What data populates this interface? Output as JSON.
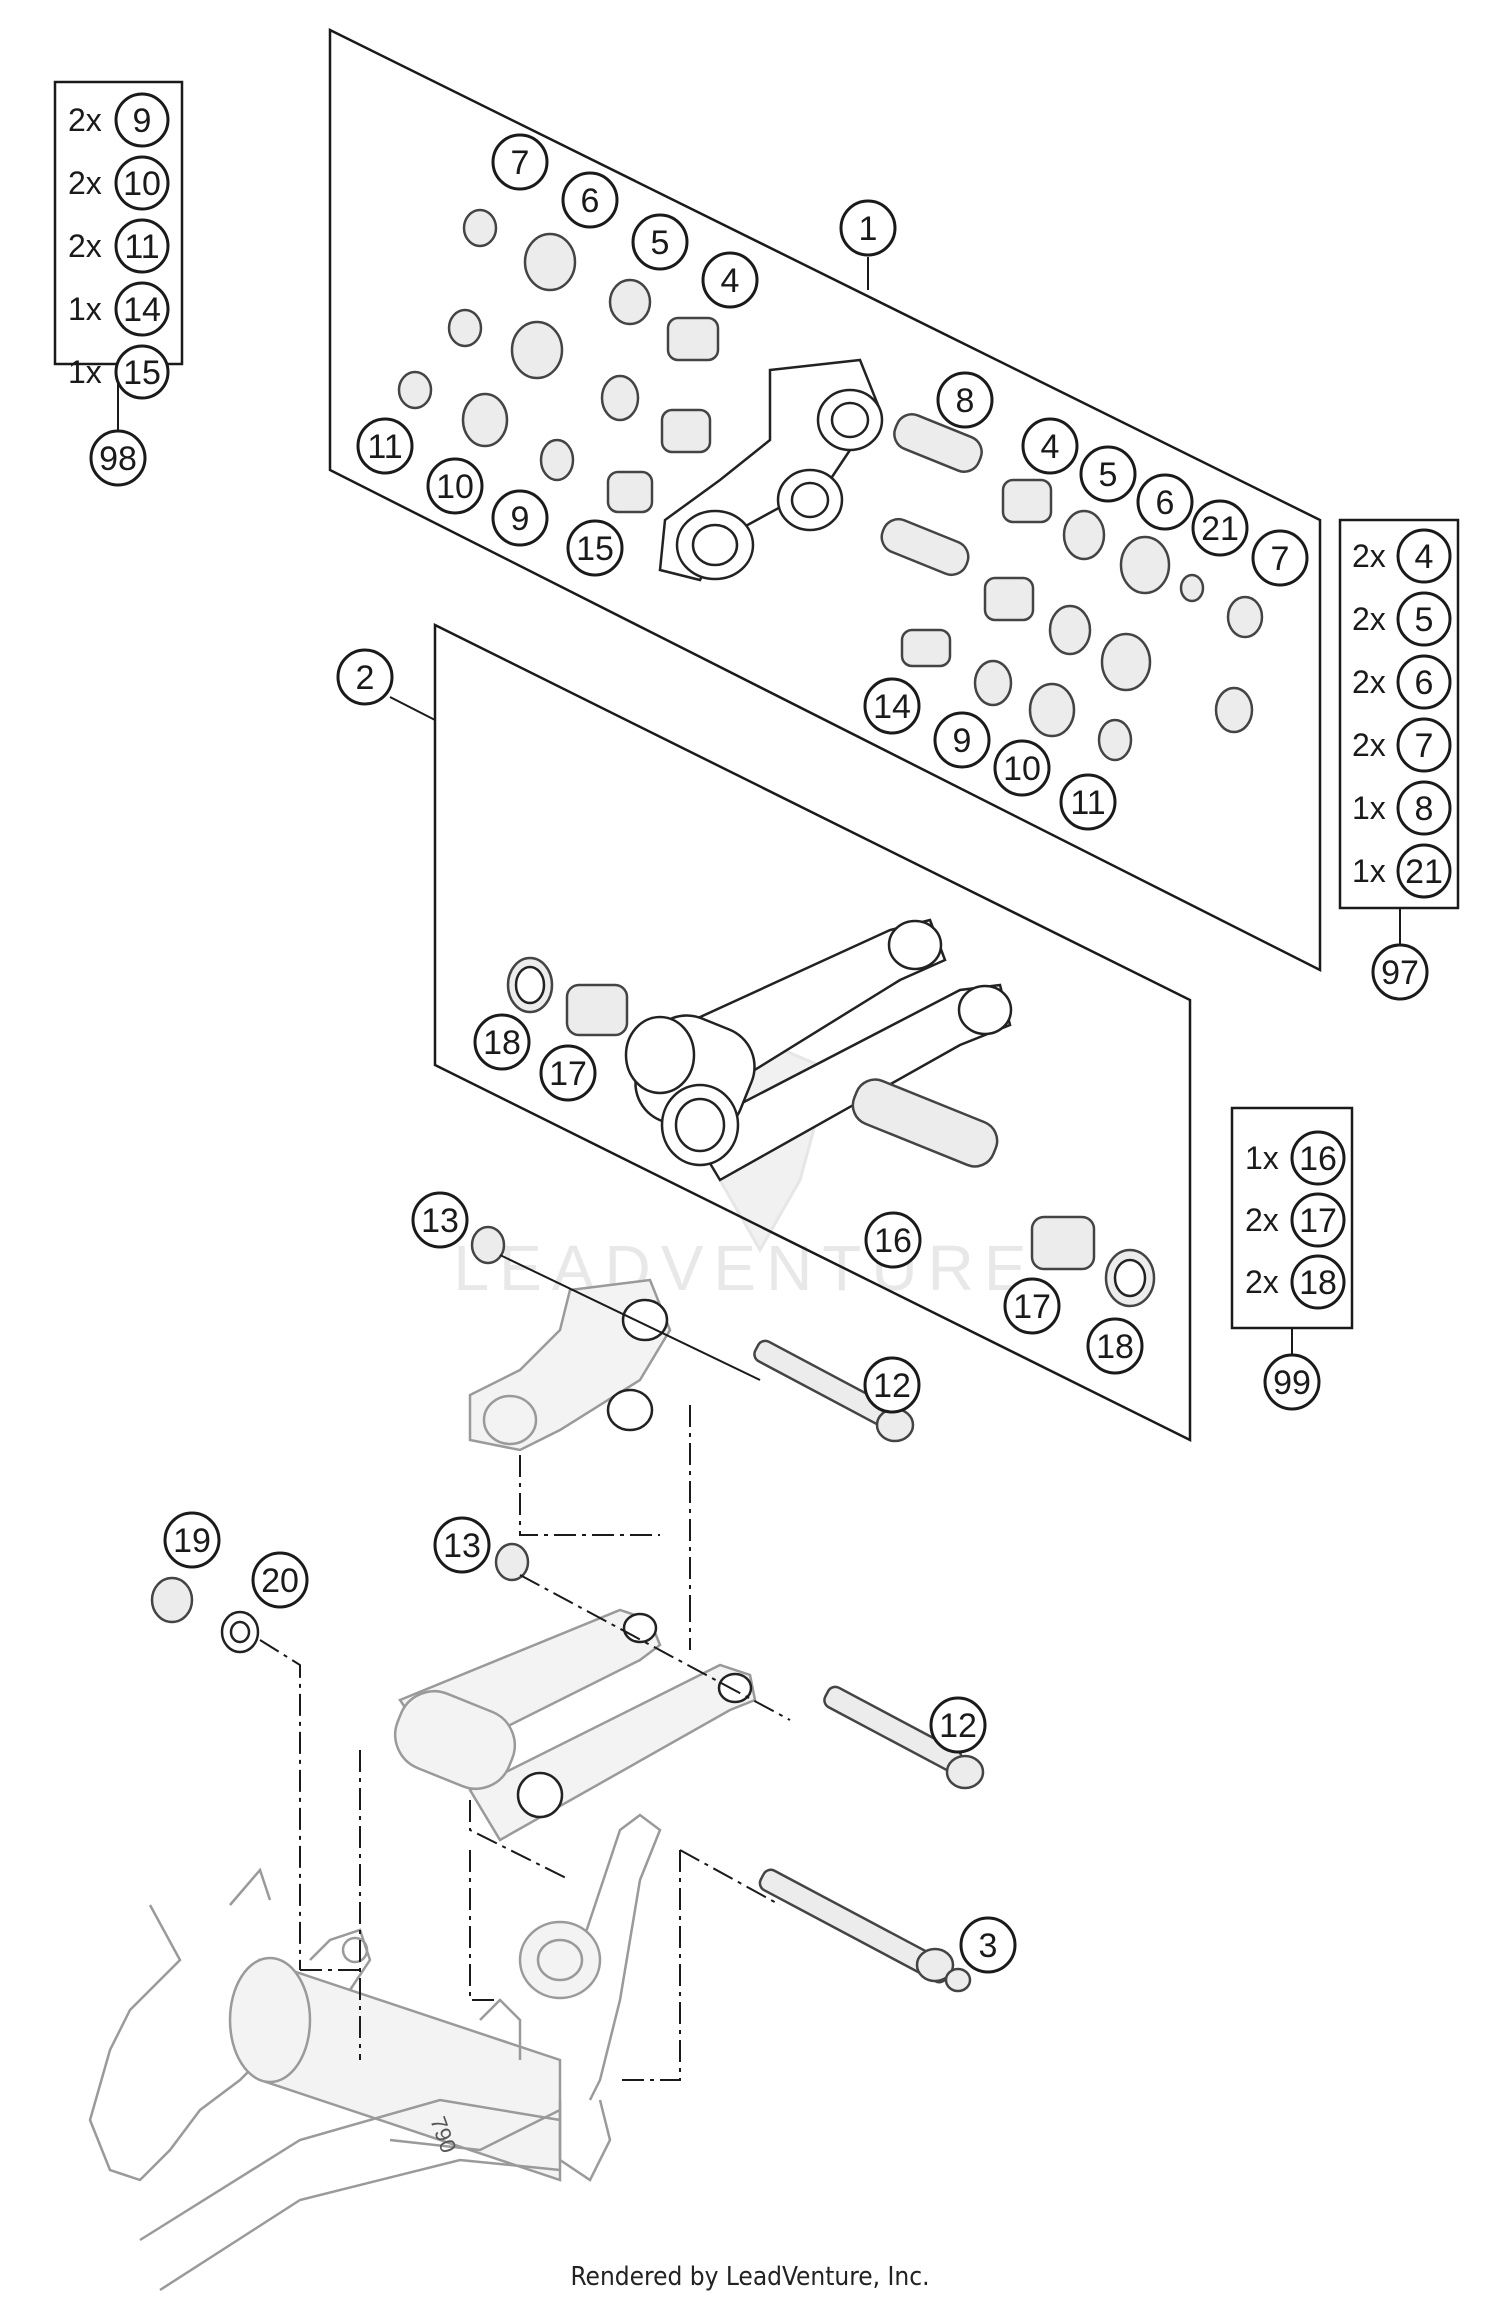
{
  "callouts": {
    "c1": "1",
    "c2": "2",
    "c3": "3",
    "c4a": "4",
    "c4b": "4",
    "c5a": "5",
    "c5b": "5",
    "c6a": "6",
    "c6b": "6",
    "c7a": "7",
    "c7b": "7",
    "c8": "8",
    "c9a": "9",
    "c9b": "9",
    "c10a": "10",
    "c10b": "10",
    "c11a": "11",
    "c11b": "11",
    "c12a": "12",
    "c12b": "12",
    "c13a": "13",
    "c13b": "13",
    "c14": "14",
    "c15": "15",
    "c16": "16",
    "c17a": "17",
    "c17b": "17",
    "c18a": "18",
    "c18b": "18",
    "c19": "19",
    "c20": "20",
    "c21": "21"
  },
  "kits": [
    {
      "id": "98",
      "rows": [
        {
          "qty": "2x",
          "part": "9"
        },
        {
          "qty": "2x",
          "part": "10"
        },
        {
          "qty": "2x",
          "part": "11"
        },
        {
          "qty": "1x",
          "part": "14"
        },
        {
          "qty": "1x",
          "part": "15"
        }
      ]
    },
    {
      "id": "97",
      "rows": [
        {
          "qty": "2x",
          "part": "4"
        },
        {
          "qty": "2x",
          "part": "5"
        },
        {
          "qty": "2x",
          "part": "6"
        },
        {
          "qty": "2x",
          "part": "7"
        },
        {
          "qty": "1x",
          "part": "8"
        },
        {
          "qty": "1x",
          "part": "21"
        }
      ]
    },
    {
      "id": "99",
      "rows": [
        {
          "qty": "1x",
          "part": "16"
        },
        {
          "qty": "2x",
          "part": "17"
        },
        {
          "qty": "2x",
          "part": "18"
        }
      ]
    }
  ],
  "frame_marking": "790",
  "watermark": "LEADVENTURE",
  "footer": "Rendered by LeadVenture, Inc."
}
